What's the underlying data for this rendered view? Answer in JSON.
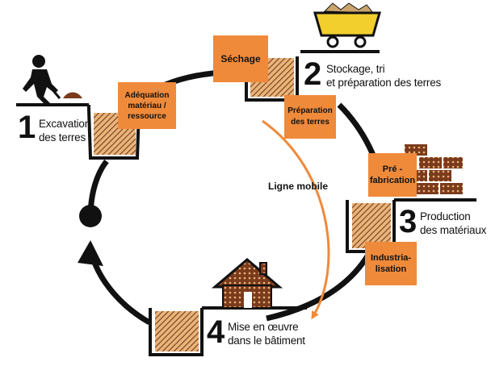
{
  "colors": {
    "orange": "#ef8a3b",
    "black": "#111111",
    "brown_hatch": "#7a3a1c",
    "cart_yellow": "#f2cf2c",
    "soil_tan": "#e8b57a"
  },
  "steps": [
    {
      "number": "1",
      "line1": "Excavation",
      "line2": "des terres",
      "icon": "worker-digging-icon"
    },
    {
      "number": "2",
      "line1": "Stockage, tri",
      "line2": "et préparation des terres",
      "icon": "mine-cart-icon"
    },
    {
      "number": "3",
      "line1": "Production",
      "line2": "des matériaux",
      "icon": "brick-stack-icon"
    },
    {
      "number": "4",
      "line1": "Mise en œuvre",
      "line2": "dans le bâtiment",
      "icon": "house-icon"
    }
  ],
  "boxes": {
    "adequation": "Adéquation matériau / ressource",
    "sechage": "Séchage",
    "preparation": "Préparation des terres",
    "prefabrication": "Pré - fabrication",
    "industrialisation": "Industria- lisation"
  },
  "mobile_label": "Ligne mobile"
}
